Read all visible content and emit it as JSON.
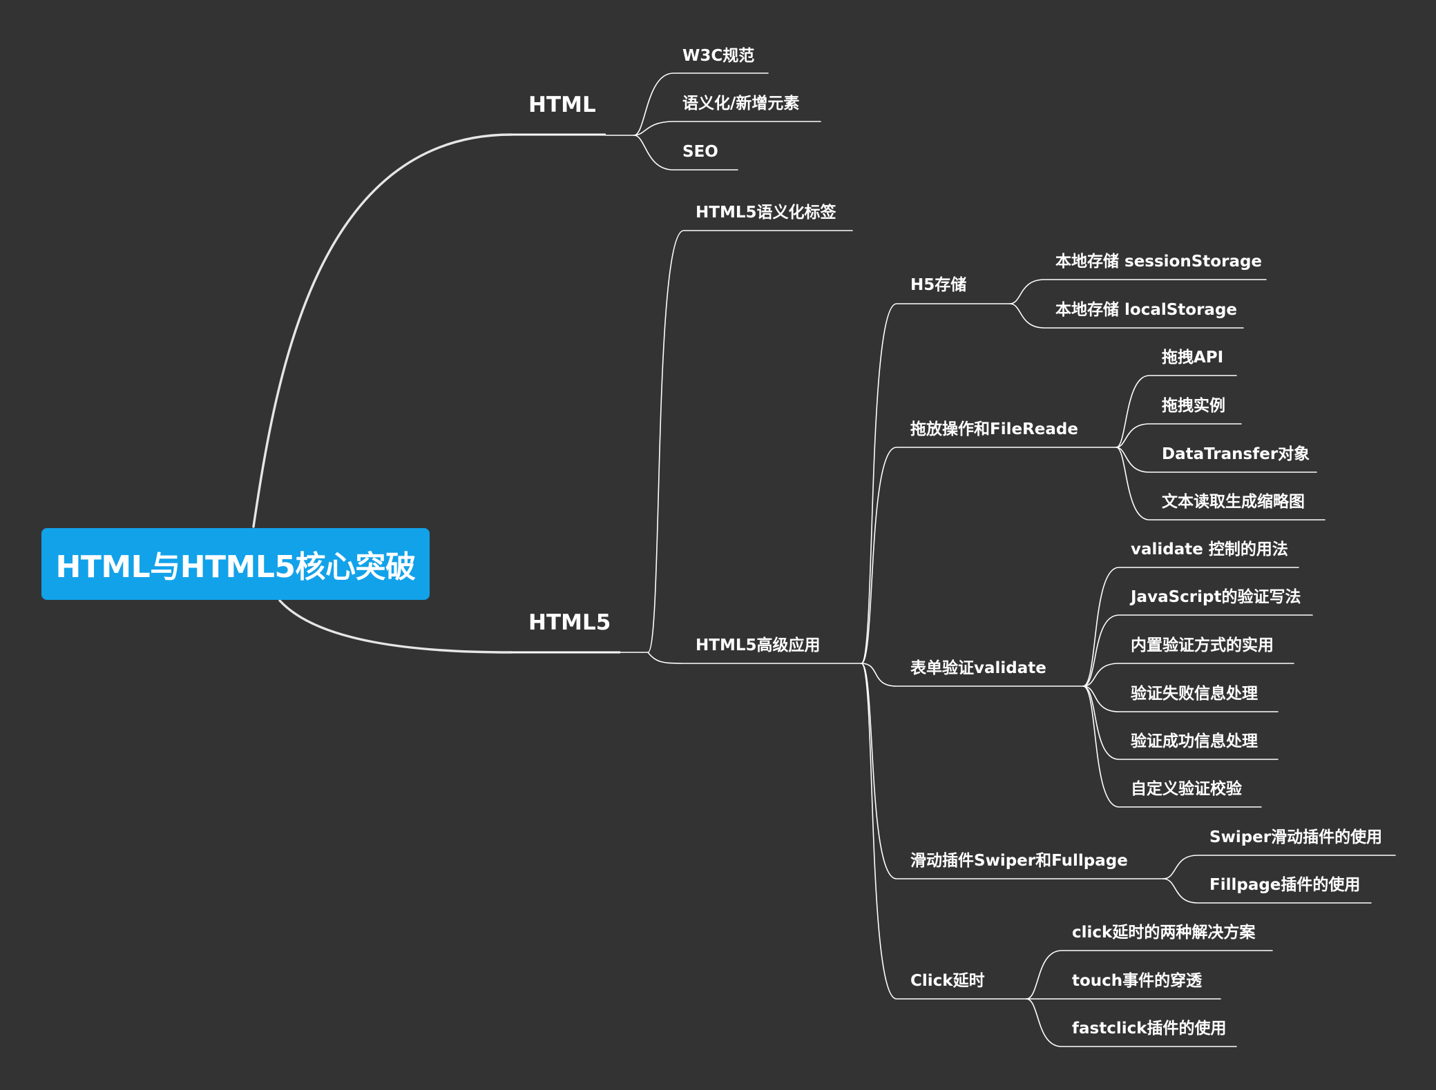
{
  "root": {
    "title": "HTML与HTML5核心突破"
  },
  "branches": {
    "html": {
      "label": "HTML",
      "children": [
        "W3C规范",
        "语义化/新增元素",
        "SEO"
      ]
    },
    "html5": {
      "label": "HTML5",
      "semantic": "HTML5语义化标签",
      "advanced": {
        "label": "HTML5高级应用",
        "groups": [
          {
            "label": "H5存储",
            "items": [
              "本地存储 sessionStorage",
              "本地存储 localStorage"
            ]
          },
          {
            "label": "拖放操作和FileReade",
            "items": [
              "拖拽API",
              "拖拽实例",
              "DataTransfer对象",
              "文本读取生成缩略图"
            ]
          },
          {
            "label": "表单验证validate",
            "items": [
              "validate 控制的用法",
              "JavaScript的验证写法",
              "内置验证方式的实用",
              "验证失败信息处理",
              "验证成功信息处理",
              "自定义验证校验"
            ]
          },
          {
            "label": "滑动插件Swiper和Fullpage",
            "items": [
              "Swiper滑动插件的使用",
              "Fillpage插件的使用"
            ]
          },
          {
            "label": "Click延时",
            "items": [
              "click延时的两种解决方案",
              "touch事件的穿透",
              "fastclick插件的使用"
            ]
          }
        ]
      }
    }
  },
  "colors": {
    "background": "#333333",
    "root_fill": "#12a2ea",
    "line": "#ffffff",
    "text": "#ffffff"
  }
}
